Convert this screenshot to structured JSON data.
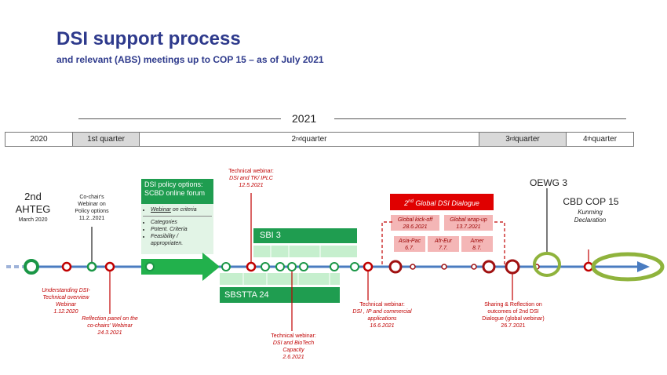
{
  "header": {
    "title": "DSI support process",
    "subtitle": "and relevant (ABS) meetings up to COP 15 – as of July 2021"
  },
  "timeline": {
    "year": "2021",
    "quarters": [
      {
        "label": "2020",
        "sup": ""
      },
      {
        "label": "1st quarter",
        "sup": ""
      },
      {
        "label": "2",
        "sup": "nd",
        "suffix": " quarter"
      },
      {
        "label": "3",
        "sup": "rd",
        "suffix": " quarter"
      },
      {
        "label": "4",
        "sup": "th",
        "suffix": " quarter"
      }
    ]
  },
  "events": {
    "ahteg": {
      "title": "2nd",
      "title2": "AHTEG",
      "date": "March 2020"
    },
    "cochair_webinar": {
      "text": "Co-chair's Webinar on Policy options",
      "date": "11.2..2021"
    },
    "understanding": {
      "text": "Understanding DSI-Technical overview Webinar",
      "date": "1.12.2020"
    },
    "reflection_panel": {
      "text": "Reflection panel  on the co-chairs' Webinar",
      "date": "24.3.2021"
    },
    "tech_tk": {
      "head": "Technical webinar:",
      "text": "DSI and TK/ IPLC",
      "date": "12.5.2021"
    },
    "tech_biotech": {
      "head": "Technical webinar:",
      "text": "DSI and BioTech Capacity",
      "date": "2.6.2021"
    },
    "tech_ip": {
      "head": "Technical webinar:",
      "text": "DSI , IP and commercial applications",
      "date": "16.6.2021"
    },
    "sharing": {
      "text": "Sharing & Reflection on outcomes of 2nd DSI Dialogue (global webinar)",
      "date": "26.7.2021"
    },
    "oewg": {
      "title": "OEWG 3"
    },
    "cop": {
      "title": "CBD COP 15",
      "sub": "Kunming Declaration"
    }
  },
  "policy_box": {
    "title": "DSI policy options: SCBD online forum",
    "item1_prefix": "Webinar",
    "item1_suffix": " on criteria",
    "items": [
      "Categories",
      "Potent. Criteria",
      "Feasibility / appropriaten."
    ]
  },
  "sbi": {
    "label": "SBI 3"
  },
  "sbstta": {
    "label": "SBSTTA 24"
  },
  "dialogue": {
    "title_sup": "nd",
    "title_pre": "2",
    "title_main": " Global DSI Dialogue",
    "kickoff": {
      "label": "Global kick-off",
      "date": "28.6.2021"
    },
    "wrapup": {
      "label": "Global wrap-up",
      "date": "13.7.2021"
    },
    "regions": [
      {
        "label": "Asia-Pac",
        "date": "6.7."
      },
      {
        "label": "Afr-Eur",
        "date": "7.7."
      },
      {
        "label": "Amer",
        "date": "8.7."
      }
    ]
  },
  "colors": {
    "title": "#2e3a8c",
    "green_dark": "#1f9d50",
    "green_light": "#c6efce",
    "red": "#c00000",
    "arrow_blue": "#4a7cc0"
  }
}
